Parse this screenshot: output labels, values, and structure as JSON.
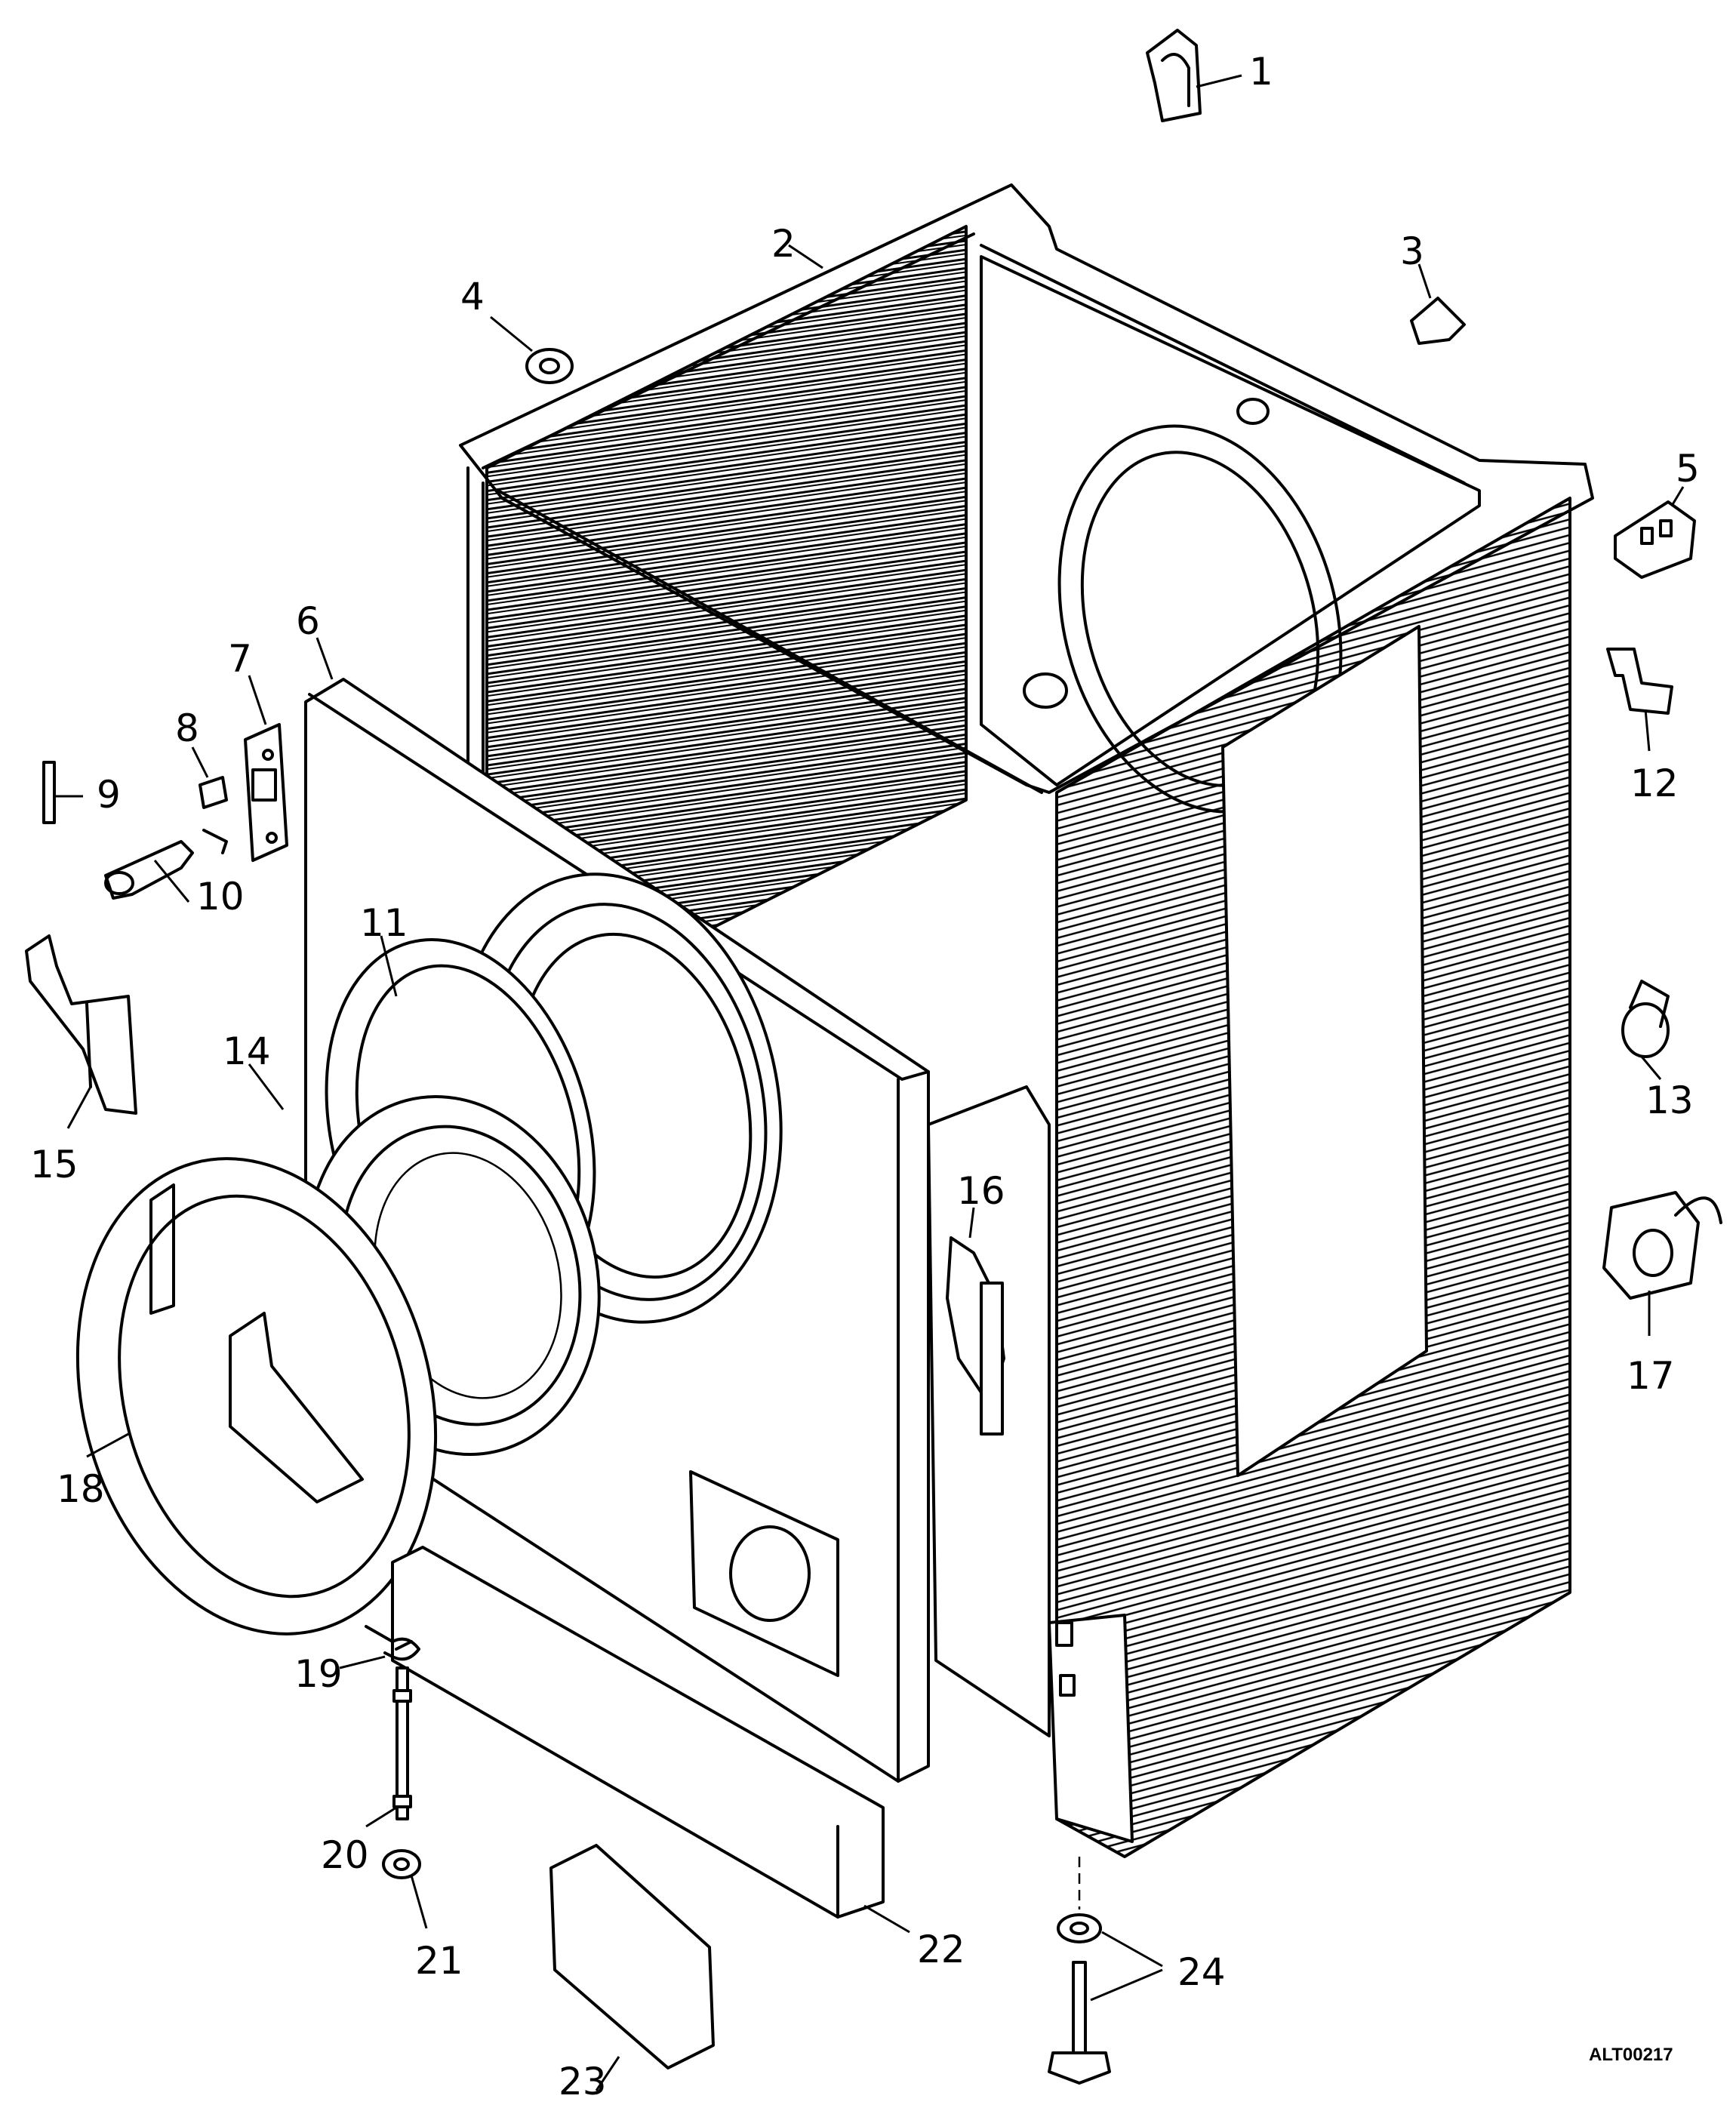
{
  "diagram": {
    "code": "ALT00217",
    "callouts": [
      "1",
      "2",
      "3",
      "4",
      "5",
      "6",
      "7",
      "8",
      "9",
      "10",
      "11",
      "12",
      "13",
      "14",
      "15",
      "16",
      "17",
      "18",
      "19",
      "20",
      "21",
      "22",
      "23",
      "24"
    ]
  }
}
